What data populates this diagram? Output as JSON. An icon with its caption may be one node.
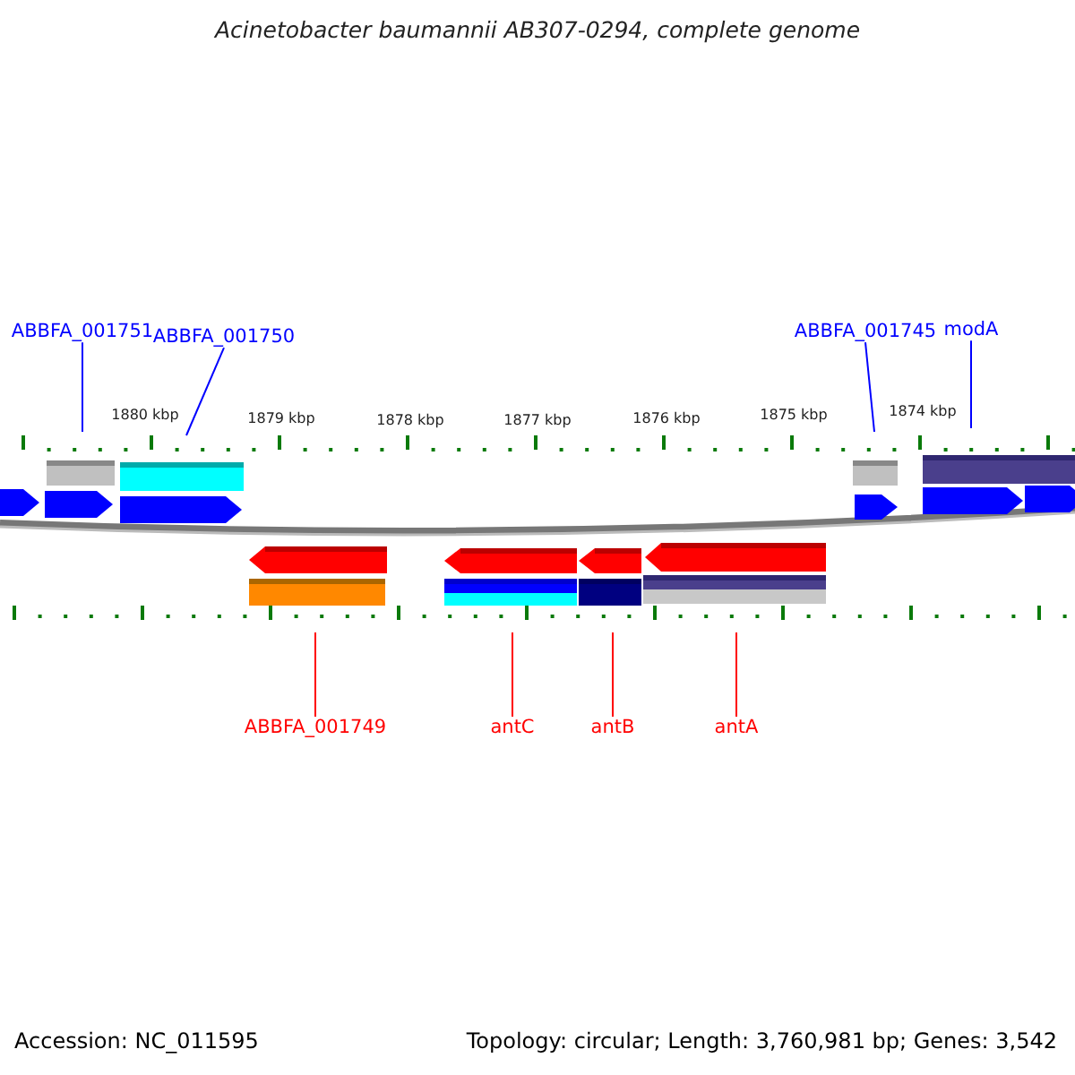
{
  "diagram": {
    "title": "Acinetobacter baumannii AB307-0294, complete genome",
    "nodes": [
      {
        "text": [
          "ABBFA_001751"
        ]
      },
      {
        "text": [
          "ABBFA_001750"
        ]
      },
      {
        "text": [
          "ABBFA_001745"
        ]
      },
      {
        "text": [
          "modA"
        ]
      },
      {
        "text": [
          "ABBFA_001749"
        ]
      },
      {
        "text": [
          "antC"
        ]
      },
      {
        "text": [
          "antB"
        ]
      },
      {
        "text": [
          "antA"
        ]
      }
    ],
    "edges": [
      {
        "from": 0,
        "to": null,
        "arrow": "none",
        "color": "#0000ff"
      },
      {
        "from": 1,
        "to": null,
        "arrow": "none",
        "color": "#0000ff"
      },
      {
        "from": 2,
        "to": null,
        "arrow": "none",
        "color": "#0000ff"
      },
      {
        "from": 3,
        "to": null,
        "arrow": "none",
        "color": "#0000ff"
      },
      {
        "from": 4,
        "to": null,
        "arrow": "none",
        "color": "#ff0000"
      },
      {
        "from": 5,
        "to": null,
        "arrow": "none",
        "color": "#ff0000"
      },
      {
        "from": 6,
        "to": null,
        "arrow": "none",
        "color": "#ff0000"
      },
      {
        "from": 7,
        "to": null,
        "arrow": "none",
        "color": "#ff0000"
      }
    ],
    "labels": [
      "1880 kbp",
      "1879 kbp",
      "1878 kbp",
      "1877 kbp",
      "1876 kbp",
      "1875 kbp",
      "1874 kbp",
      "Accession: NC_011595",
      "Topology: circular; Length: 3,760,981 bp; Genes: 3,542"
    ]
  }
}
